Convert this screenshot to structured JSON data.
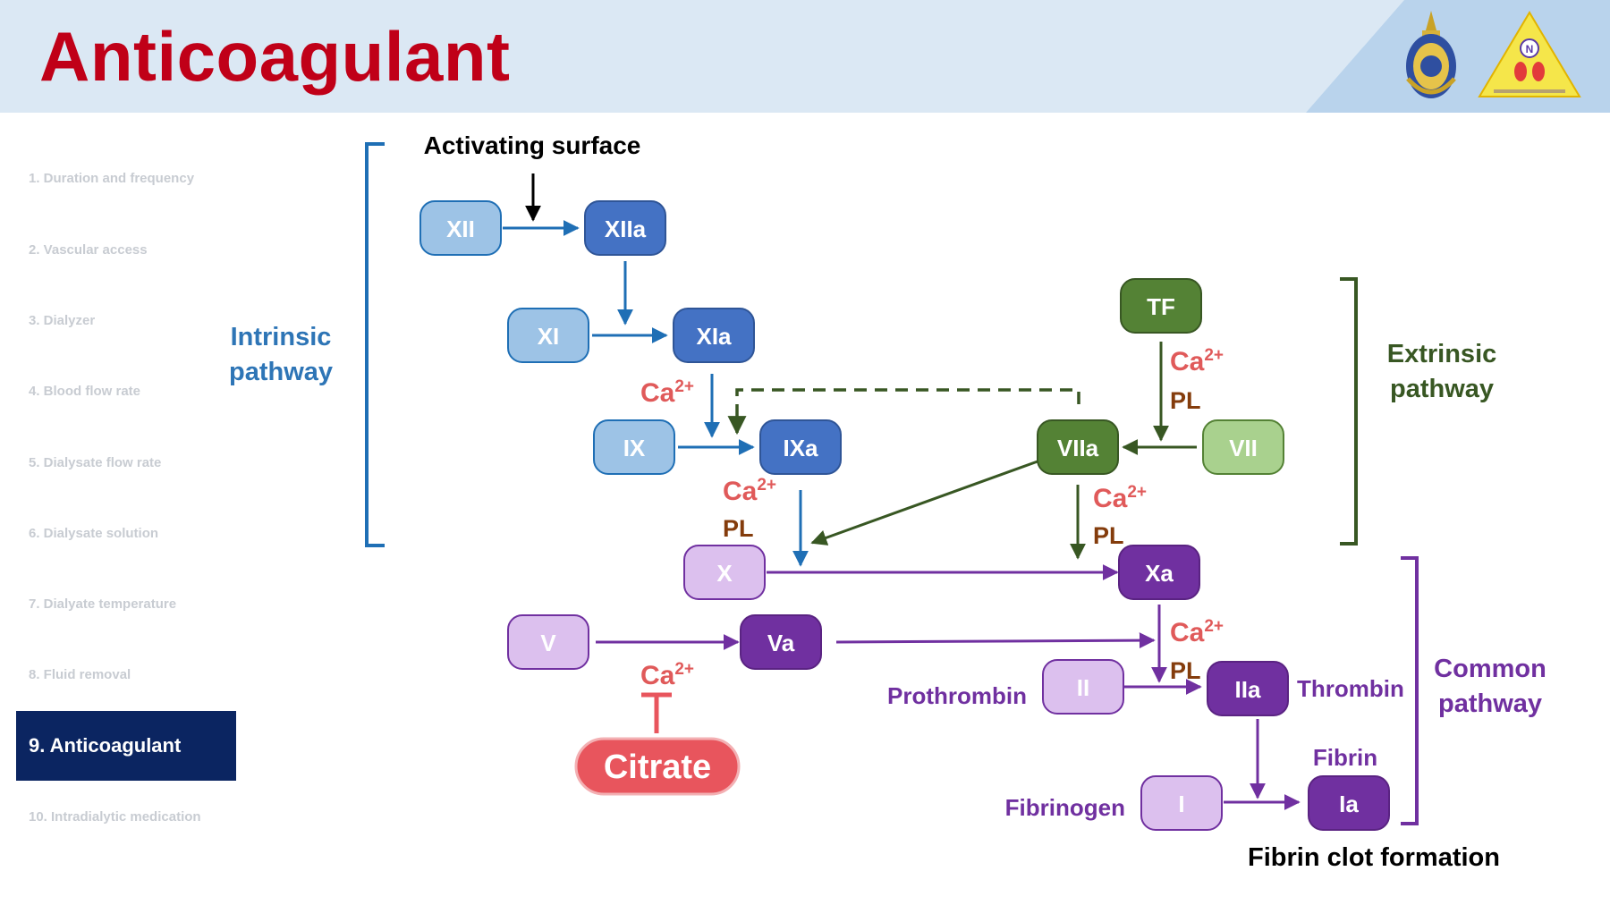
{
  "header": {
    "title": "Anticoagulant",
    "accent": "#c00018"
  },
  "logos": {
    "left": "royal-seal-logo",
    "right": "thai-nephrology-nurses-society-logo"
  },
  "nav": {
    "items": [
      {
        "label": "1. Duration and frequency"
      },
      {
        "label": "2. Vascular access"
      },
      {
        "label": "3. Dialyzer"
      },
      {
        "label": "4. Blood flow rate"
      },
      {
        "label": "5. Dialysate flow rate"
      },
      {
        "label": "6. Dialysate solution"
      },
      {
        "label": "7. Dialyate temperature"
      },
      {
        "label": "8. Fluid removal"
      },
      {
        "label": "9. Anticoagulant"
      },
      {
        "label": "10. Intradialytic medication"
      }
    ],
    "active_index": 8,
    "active_color": "#0b2561"
  },
  "diagram": {
    "colors": {
      "intrinsic": "#2e75b6",
      "extrinsic": "#385723",
      "common": "#7030a0",
      "calcium": "#e05a5a",
      "phospholipid": "#843c0c",
      "citrate": "#e8555d"
    },
    "labels": {
      "activating_surface": "Activating surface",
      "intrinsic_line1": "Intrinsic",
      "intrinsic_line2": "pathway",
      "extrinsic_line1": "Extrinsic",
      "extrinsic_line2": "pathway",
      "common_line1": "Common",
      "common_line2": "pathway",
      "prothrombin": "Prothrombin",
      "thrombin": "Thrombin",
      "fibrinogen": "Fibrinogen",
      "fibrin": "Fibrin",
      "fibrin_clot": "Fibrin clot formation",
      "calcium": "Ca",
      "calcium_sup": "2+",
      "phospholipid": "PL"
    },
    "factors": {
      "xii": "XII",
      "xiia": "XIIa",
      "xi": "XI",
      "xia": "XIa",
      "ix": "IX",
      "ixa": "IXa",
      "tf": "TF",
      "viia": "VIIa",
      "vii": "VII",
      "x": "X",
      "xa": "Xa",
      "v": "V",
      "va": "Va",
      "ii": "II",
      "iia": "IIa",
      "i": "I",
      "ia": "Ia"
    },
    "inhibitor": "Citrate"
  }
}
